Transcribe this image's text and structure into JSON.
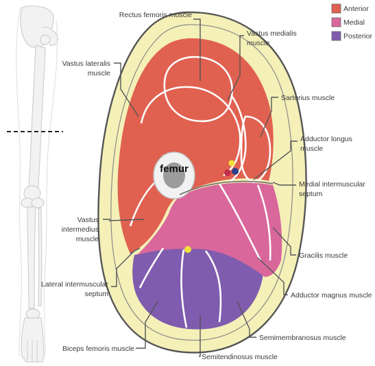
{
  "legend": {
    "anterior": {
      "label": "Anterior",
      "color": "#e06150"
    },
    "medial": {
      "label": "Medial",
      "color": "#d9679c"
    },
    "posterior": {
      "label": "Posterior",
      "color": "#7f5cae"
    }
  },
  "femur_label": "femur",
  "labels": {
    "rectus_femoris": "Rectus femoris muscle",
    "vastus_medialis_1": "Vastus medialis",
    "vastus_medialis_2": "muscle",
    "vastus_lateralis_1": "Vastus lateralis",
    "vastus_lateralis_2": "muscle",
    "sartorius": "Sartorius muscle",
    "adductor_longus_1": "Adductor longus",
    "adductor_longus_2": "muscle",
    "medial_septum_1": "Medial intermuscular",
    "medial_septum_2": "septum",
    "vastus_intermedius_1": "Vastus",
    "vastus_intermedius_2": "intermedius",
    "vastus_intermedius_3": "muscle",
    "gracilis": "Gracilis muscle",
    "lateral_septum_1": "Lateral intermuscular",
    "lateral_septum_2": "septum",
    "adductor_magnus": "Adductor magnus muscle",
    "semimembranosus": "Semimembranosus muscle",
    "biceps_femoris": "Biceps femoris muscle",
    "semitendinosus": "Semitendinosus muscle"
  },
  "colors": {
    "skin_outline": "#555555",
    "fat": "#f4f0b8",
    "anterior": "#e06150",
    "medial": "#d9679c",
    "posterior": "#7f5cae",
    "nerve": "#f2e03a",
    "artery": "#c0304a",
    "vein": "#2c3f8c"
  }
}
